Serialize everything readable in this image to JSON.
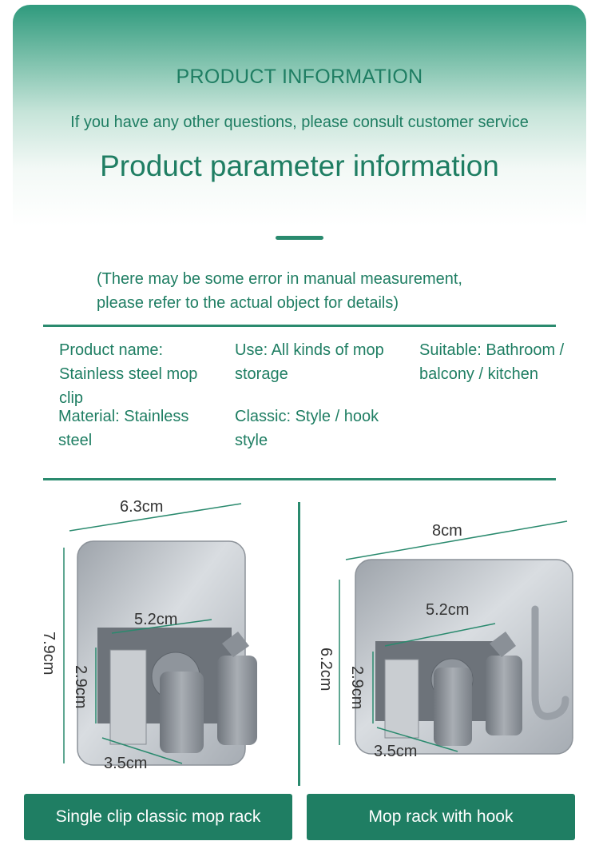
{
  "header": {
    "section_title": "PRODUCT INFORMATION",
    "subtitle": "If you have any other questions, please consult customer service",
    "main_title": "Product parameter information"
  },
  "note": {
    "line1": "(There may be some error in manual measurement,",
    "line2": "please refer to the actual object for details)"
  },
  "params": {
    "product_name": [
      "Product name:",
      "Stainless steel mop",
      "clip"
    ],
    "use": [
      "Use: All kinds of mop",
      "storage"
    ],
    "suitable": [
      "Suitable: Bathroom /",
      "balcony / kitchen"
    ],
    "material": [
      "Material: Stainless",
      "steel"
    ],
    "classic": [
      "Classic: Style / hook",
      "style"
    ]
  },
  "products": [
    {
      "caption": "Single clip classic mop rack",
      "width": "6.3cm",
      "height": "7.9cm",
      "clip_width": "5.2cm",
      "clip_height": "2.9cm",
      "clip_depth": "3.5cm"
    },
    {
      "caption": "Mop rack with hook",
      "width": "8cm",
      "height": "6.2cm",
      "clip_width": "5.2cm",
      "clip_height": "2.9cm",
      "clip_depth": "3.5cm"
    }
  ],
  "colors": {
    "brand_green": "#1f7e63",
    "accent_green": "#2a8a6e",
    "steel": "#b9bec4"
  }
}
